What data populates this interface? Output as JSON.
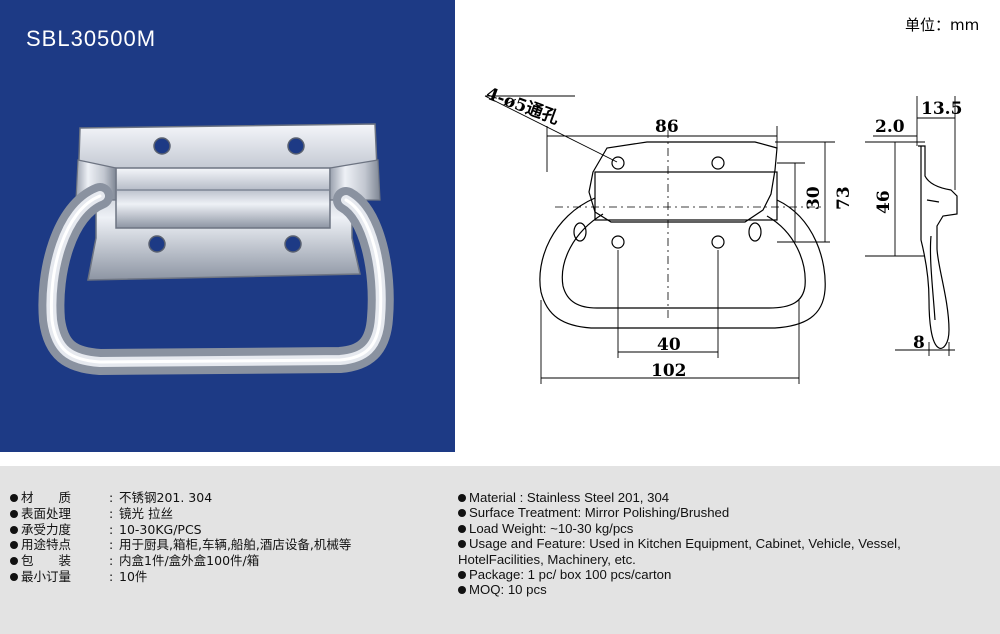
{
  "header": {
    "model": "SBL30500M",
    "unit": "单位：mm"
  },
  "drawing": {
    "hole_note": "4-ø5通孔",
    "dims": {
      "overall_width": "86",
      "plate_height": "73",
      "hole_vertical_spacing": "30",
      "hole_horizontal_spacing": "40",
      "total_width": "102",
      "side_depth": "13.5",
      "thickness": "2.0",
      "side_height": "46",
      "rod_diameter": "8"
    }
  },
  "specs_cn": [
    {
      "label": "材　　质",
      "value": "不锈钢201. 304"
    },
    {
      "label": "表面处理",
      "value": "镜光 拉丝"
    },
    {
      "label": "承受力度",
      "value": "10-30KG/PCS"
    },
    {
      "label": "用途特点",
      "value": "用于厨具,箱柜,车辆,船舶,酒店设备,机械等"
    },
    {
      "label": "包　　装",
      "value": "内盒1件/盒外盒100件/箱"
    },
    {
      "label": "最小订量",
      "value": "10件"
    }
  ],
  "specs_en": [
    "Material : Stainless Steel 201, 304",
    "Surface Treatment: Mirror Polishing/Brushed",
    "Load Weight: ~10-30 kg/pcs",
    "Usage and Feature: Used in Kitchen Equipment, Cabinet, Vehicle, Vessel, HotelFacilities, Machinery, etc.",
    "Package: 1 pc/ box  100 pcs/carton",
    "MOQ: 10 pcs"
  ],
  "colors": {
    "photo_background": "#1d3a85",
    "spec_background": "#e3e3e3",
    "metal": "#c8ccd4"
  }
}
